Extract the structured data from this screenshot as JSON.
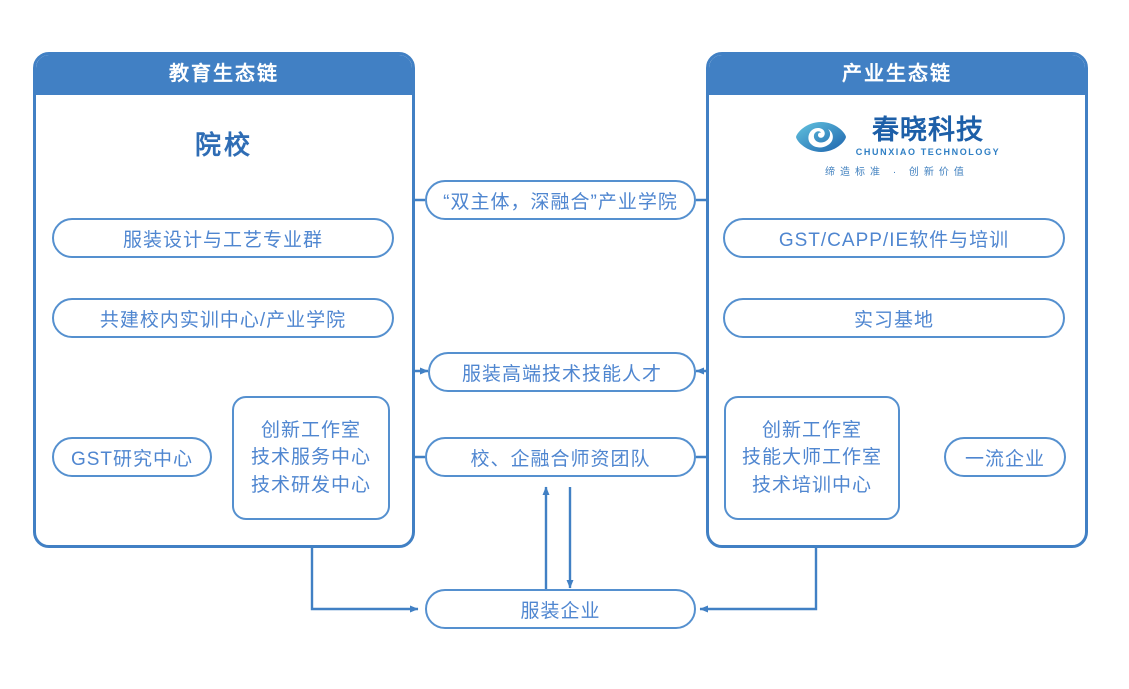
{
  "diagram": {
    "title_left": "教育生态链",
    "title_right": "产业生态链"
  },
  "left_panel": {
    "header": "教育生态链",
    "title": "院校",
    "nodes": {
      "major_group": "服装设计与工艺专业群",
      "training_center": "共建校内实训中心/产业学院",
      "gst_research": "GST研究中心",
      "centers": [
        "创新工作室",
        "技术服务中心",
        "技术研发中心"
      ]
    }
  },
  "right_panel": {
    "header": "产业生态链",
    "logo": {
      "mark": "chunxiao-eye-logo",
      "cn_name": "春晓科技",
      "en_name": "CHUNXIAO TECHNOLOGY",
      "tagline": "缔造标准 · 创新价值"
    },
    "nodes": {
      "software_training": "GST/CAPP/IE软件与培训",
      "internship_base": "实习基地",
      "top_enterprise": "一流企业",
      "centers": [
        "创新工作室",
        "技能大师工作室",
        "技术培训中心"
      ]
    }
  },
  "center": {
    "industry_college": "“双主体，深融合”产业学院",
    "talent": "服装高端技术技能人才",
    "faculty_team": "校、企融合师资团队",
    "apparel_enterprise": "服装企业"
  },
  "colors": {
    "header_blue": "#4180c4",
    "node_border": "#5590cf",
    "node_text": "#4f86d0",
    "title_blue": "#2f6db5",
    "wire": "#4180c4",
    "logo_dark": "#1d5fa8",
    "background": "#ffffff"
  }
}
